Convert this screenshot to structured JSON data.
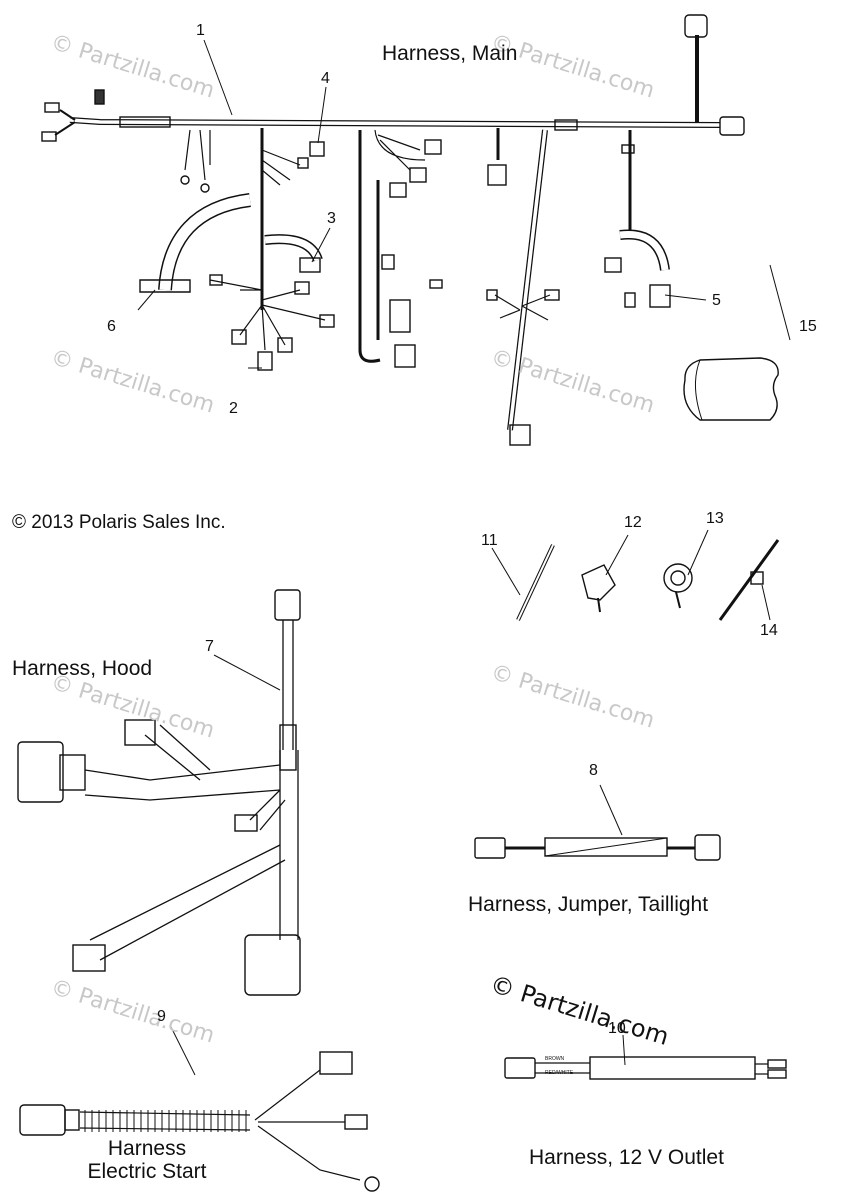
{
  "titles": {
    "main": "Harness, Main",
    "hood": "Harness, Hood",
    "jumper": "Harness, Jumper, Taillight",
    "outlet": "Harness, 12 V Outlet",
    "electric_line1": "Harness",
    "electric_line2": "Electric Start"
  },
  "copyright": "© 2013 Polaris Sales Inc.",
  "watermark": "© Partzilla.com",
  "callouts": {
    "n1": "1",
    "n2": "2",
    "n3": "3",
    "n4": "4",
    "n5": "5",
    "n6": "6",
    "n7": "7",
    "n8": "8",
    "n9": "9",
    "n10": "10",
    "n11": "11",
    "n12": "12",
    "n13": "13",
    "n14": "14",
    "n15": "15"
  },
  "wire_labels": {
    "brown": "BROWN",
    "red_white": "RED/WHITE"
  }
}
